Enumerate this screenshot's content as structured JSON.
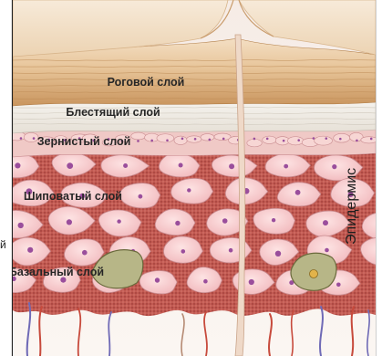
{
  "diagram": {
    "layers": [
      {
        "id": "horny",
        "label": "Роговой слой"
      },
      {
        "id": "lucid",
        "label": "Блестящий слой"
      },
      {
        "id": "granular",
        "label": "Зернистый слой"
      },
      {
        "id": "spinous",
        "label": "Шиповатый слой"
      },
      {
        "id": "basal",
        "label": "Базальный слой"
      }
    ],
    "side_label": "Эпидермис",
    "left_edge_glyph": "й",
    "colors": {
      "horny": "#d7b07f",
      "lucid": "#f3f1ec",
      "cell_fill": "#f6c8ca",
      "cell_edge": "#c98c90",
      "matrix": "#c55a52",
      "nucleus": "#9a4e9c",
      "melanocyte": "#b7b687",
      "hair": "#efd9c8",
      "vessel_red": "#c74a3c",
      "vessel_blue": "#6f6ab6"
    }
  }
}
